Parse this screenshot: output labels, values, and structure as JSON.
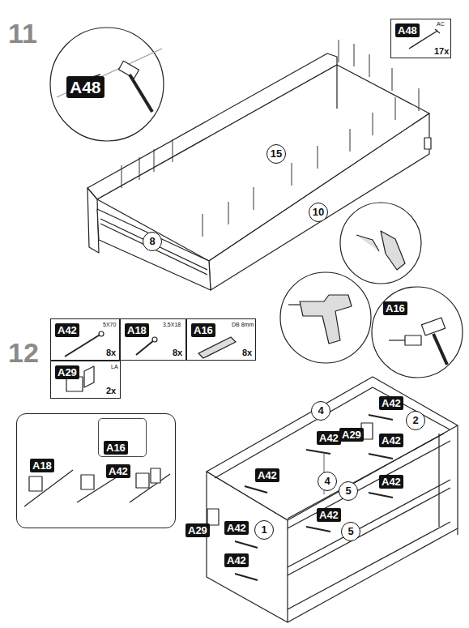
{
  "diagram": {
    "nodes": [
      {
        "text": [
          "A48",
          "AC",
          "17x"
        ]
      },
      {
        "text": [
          "A42",
          "5X70",
          "8x"
        ]
      },
      {
        "text": [
          "A18",
          "3,5X18",
          "8x"
        ]
      },
      {
        "text": [
          "A16",
          "DB 8mm",
          "8x"
        ]
      },
      {
        "text": [
          "A29",
          "LA",
          "2x"
        ]
      },
      {
        "text": [
          "A18",
          "A42"
        ]
      },
      {
        "text": [
          "A16"
        ],
        "in": 5
      },
      {
        "text": [
          "15"
        ]
      },
      {
        "text": [
          "10"
        ]
      },
      {
        "text": [
          "8"
        ]
      },
      {
        "text": [
          "4"
        ]
      },
      {
        "text": [
          "2"
        ]
      },
      {
        "text": [
          "4"
        ]
      },
      {
        "text": [
          "5"
        ]
      },
      {
        "text": [
          "1"
        ]
      },
      {
        "text": [
          "5"
        ]
      }
    ],
    "labels": [
      "11",
      "A48",
      "A16",
      "12",
      "A42",
      "A42",
      "A29",
      "A42",
      "A42",
      "A42",
      "A42",
      "A42",
      "A29",
      "A42"
    ]
  }
}
